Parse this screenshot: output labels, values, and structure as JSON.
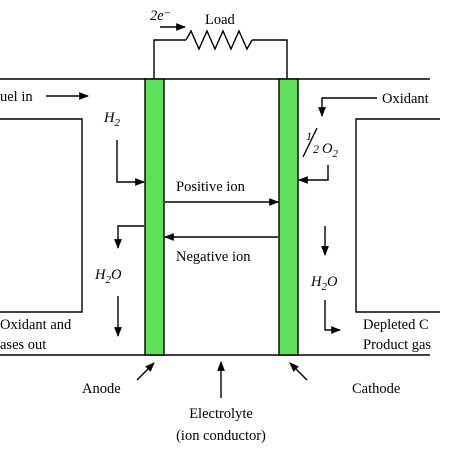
{
  "colors": {
    "electrode": "#5fe05a",
    "ink": "#000000",
    "background": "#ffffff"
  },
  "top": {
    "electrons": "2e⁻",
    "load": "Load"
  },
  "left": {
    "fuel_in": "uel in",
    "h2_base": "H",
    "h2_sub": "2",
    "h2o_base": "H",
    "h2o_sub": "2",
    "h2o_tail": "O",
    "outlet_line1": "Oxidant and",
    "outlet_line2": "ases out"
  },
  "right": {
    "oxidant_in": "Oxidant",
    "o2_num": "1",
    "o2_den": "2",
    "o2_base": "O",
    "o2_sub": "2",
    "h2o_base": "H",
    "h2o_sub": "2",
    "h2o_tail": "O",
    "outlet_line1": "Depleted C",
    "outlet_line2": "Product gas"
  },
  "middle": {
    "positive_ion": "Positive ion",
    "negative_ion": "Negative ion"
  },
  "bottom": {
    "anode": "Anode",
    "cathode": "Cathode",
    "electrolyte_line1": "Electrolyte",
    "electrolyte_line2": "(ion conductor)"
  }
}
